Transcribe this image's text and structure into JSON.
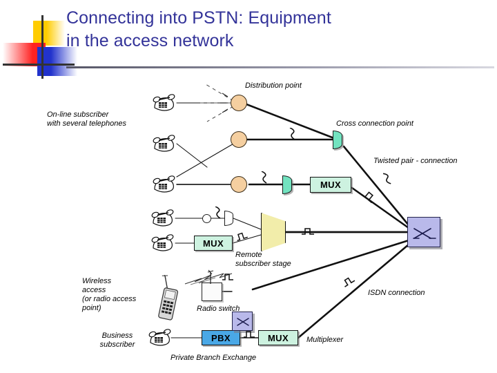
{
  "slide": {
    "title": "Connecting into PSTN: Equipment\nin the access network",
    "title_color": "#333399"
  },
  "logo": {
    "name": "powerpoint-decorative-logo",
    "yellow": "#ffcc00",
    "red": "#ff2222",
    "blue": "#2233cc",
    "cross": "#333333"
  },
  "diagram": {
    "labels": {
      "online_subscriber": "On-line subscriber\nwith several telephones",
      "distribution_point": "Distribution point",
      "cross_connection_point": "Cross connection point",
      "twisted_pair": "Twisted pair - connection",
      "remote_subscriber_stage": "Remote\nsubscriber stage",
      "wireless_access": "Wireless\naccess\n(or radio access\npoint)",
      "radio_switch": "Radio switch",
      "isdn_connection": "ISDN connection",
      "business_subscriber": "Business\nsubscriber",
      "private_branch_exchange": "Private Branch Exchange",
      "multiplexer": "Multiplexer"
    },
    "nodes": {
      "mux_1": "MUX",
      "mux_2": "MUX",
      "mux_3": "MUX",
      "pbx": "PBX",
      "exchange_symbol": "X",
      "radio_switch_symbol": "X"
    },
    "colors": {
      "distribution_point": "#f5cfa0",
      "cross_connection_point": "#72e3c0",
      "mux_box": "#cdf2e0",
      "pbx_box": "#4aa8e6",
      "exchange_box": "#b9b9ea",
      "remote_stage": "#f2edaa",
      "wire": "#111111"
    },
    "signal_glyphs": {
      "analog": "~",
      "digital": "square-wave"
    }
  }
}
